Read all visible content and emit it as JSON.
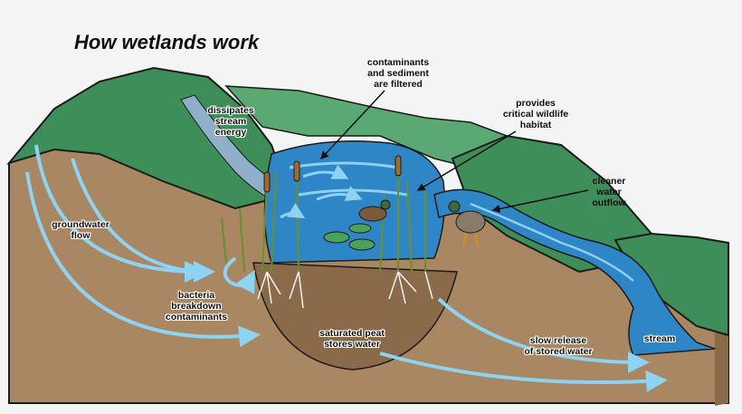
{
  "title": "How wetlands work",
  "labels": {
    "contaminants": [
      "contaminants",
      "and sediment",
      "are filtered"
    ],
    "dissipates": [
      "dissipates",
      "stream",
      "energy"
    ],
    "habitat": [
      "provides",
      "critical wildlife",
      "habitat"
    ],
    "cleaner": [
      "cleaner",
      "water",
      "outflow"
    ],
    "groundwater": [
      "groundwater",
      "flow"
    ],
    "bacteria": [
      "bacteria",
      "breakdown",
      "contaminants"
    ],
    "peat": [
      "saturated peat",
      "stores water"
    ],
    "slow_release": [
      "slow release",
      "of stored water"
    ],
    "stream": [
      "stream"
    ]
  },
  "colors": {
    "soil": "#a88762",
    "soil_dark": "#8a6a48",
    "grass": "#3e8e5a",
    "grass_light": "#5aa872",
    "water": "#2f86c6",
    "water_light": "#8fd0f0",
    "arrow": "#8ed3f2",
    "reed": "#6b8f2a",
    "outline": "#1b1b1b"
  }
}
